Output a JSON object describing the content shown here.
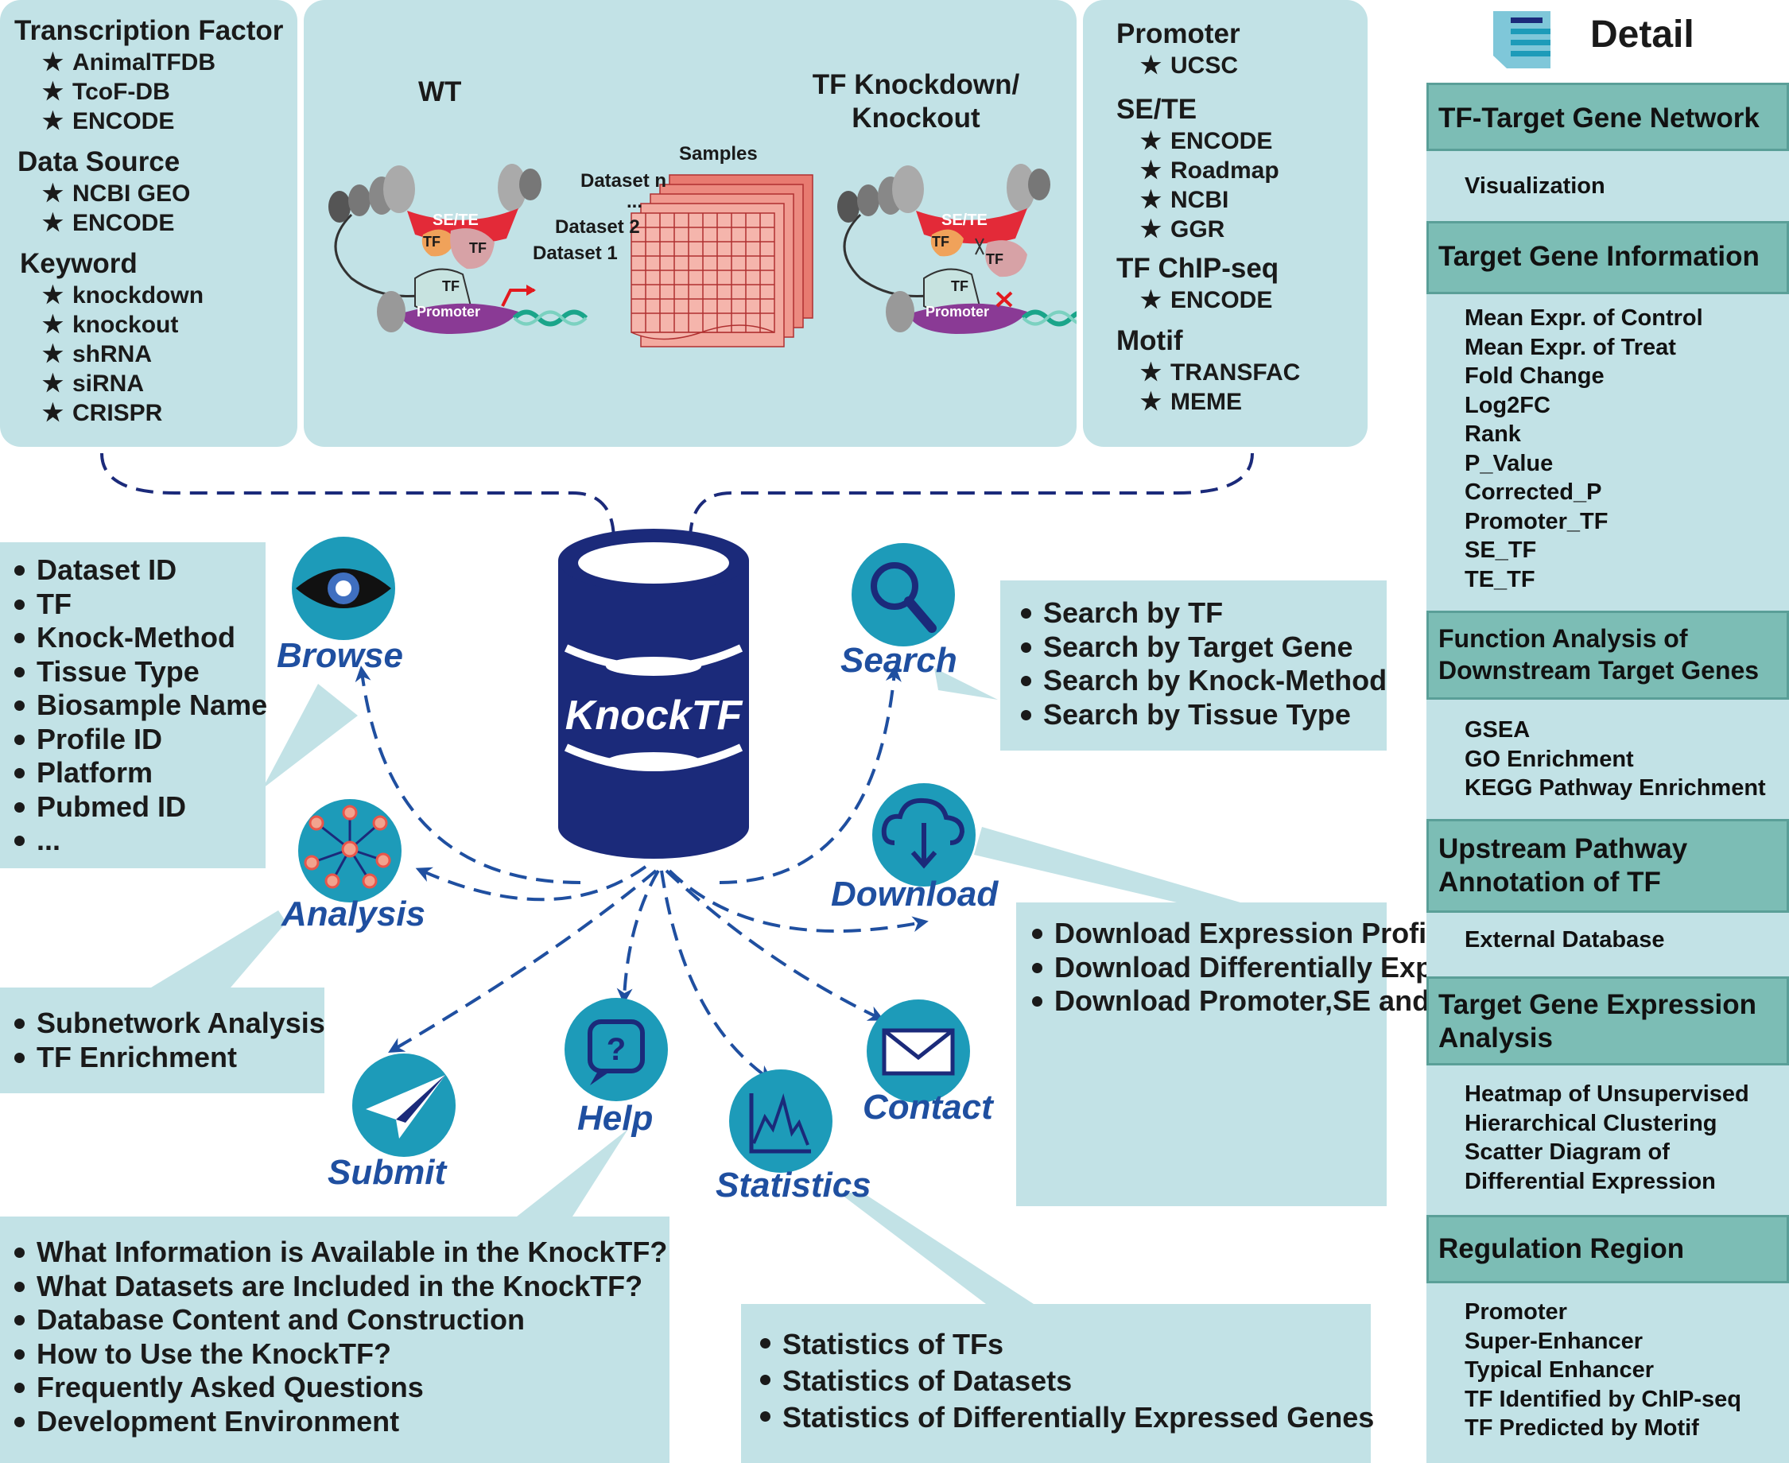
{
  "sources": {
    "tf_title": "Transcription Factor",
    "tf_items": [
      "AnimalTFDB",
      "TcoF-DB",
      "ENCODE"
    ],
    "ds_title": "Data Source",
    "ds_items": [
      "NCBI GEO",
      "ENCODE"
    ],
    "kw_title": "Keyword",
    "kw_items": [
      "knockdown",
      "knockout",
      "shRNA",
      "siRNA",
      "CRISPR"
    ]
  },
  "illustration": {
    "wt": "WT",
    "ko_line1": "TF Knockdown/",
    "ko_line2": "Knockout",
    "samples": "Samples",
    "dataset_n": "Dataset n",
    "ellipsis": "...",
    "dataset_2": "Dataset 2",
    "dataset_1": "Dataset 1",
    "sete": "SE/TE",
    "tf": "TF",
    "promoter": "Promoter"
  },
  "regions": {
    "promoter_title": "Promoter",
    "promoter_items": [
      "UCSC"
    ],
    "sete_title": "SE/TE",
    "sete_items": [
      "ENCODE",
      "Roadmap",
      "NCBI",
      "GGR"
    ],
    "chip_title": "TF ChIP-seq",
    "chip_items": [
      "ENCODE"
    ],
    "motif_title": "Motif",
    "motif_items": [
      "TRANSFAC",
      "MEME"
    ]
  },
  "database": {
    "label": "KnockTF"
  },
  "browse": {
    "label": "Browse",
    "items": [
      "Dataset ID",
      "TF",
      "Knock-Method",
      "Tissue Type",
      "Biosample Name",
      "Profile ID",
      "Platform",
      "Pubmed ID",
      "..."
    ]
  },
  "search": {
    "label": "Search",
    "items": [
      "Search by TF",
      "Search by Target Gene",
      "Search by Knock-Method",
      "Search by Tissue Type"
    ]
  },
  "analysis": {
    "label": "Analysis",
    "items": [
      "Subnetwork Analysis",
      "TF Enrichment"
    ]
  },
  "download": {
    "label": "Download",
    "items": [
      "Download Expression Profile of Each Dataset",
      "Download Differentially Expressed Genes of All Datasets",
      "Download Promoter,SE and TE Information of Each Gene"
    ]
  },
  "submit": {
    "label": "Submit"
  },
  "help": {
    "label": "Help",
    "items": [
      "What Information is Available in the KnockTF?",
      "What Datasets are Included in the KnockTF?",
      "Database Content and Construction",
      "How to Use the KnockTF?",
      "Frequently Asked Questions",
      "Development Environment"
    ]
  },
  "statistics": {
    "label": "Statistics",
    "items": [
      "Statistics of TFs",
      "Statistics of Datasets",
      "Statistics of Differentially Expressed Genes"
    ]
  },
  "contact": {
    "label": "Contact"
  },
  "detail": {
    "title": "Detail",
    "sections": [
      {
        "title": "TF-Target Gene Network",
        "items": [
          "Visualization"
        ]
      },
      {
        "title": "Target Gene Information",
        "items": [
          "Mean Expr. of Control",
          "Mean Expr. of Treat",
          "Fold Change",
          "Log2FC",
          "Rank",
          "P_Value",
          "Corrected_P",
          "Promoter_TF",
          "SE_TF",
          "TE_TF"
        ]
      },
      {
        "title": "Function Analysis of Downstream Target Genes",
        "items": [
          "GSEA",
          "GO Enrichment",
          "KEGG Pathway Enrichment"
        ]
      },
      {
        "title": "Upstream Pathway Annotation of TF",
        "items": [
          "External Database"
        ]
      },
      {
        "title": "Target Gene Expression Analysis",
        "items": [
          "Heatmap of Unsupervised Hierarchical Clustering",
          "Scatter Diagram of Differential Expression"
        ]
      },
      {
        "title": "Regulation Region",
        "items": [
          "Promoter",
          "Super-Enhancer",
          "Typical Enhancer",
          "TF Identified by ChIP-seq",
          "TF Predicted by Motif"
        ]
      }
    ]
  },
  "colors": {
    "box": "#c2e2e6",
    "navy": "#1b2a7a",
    "accent_blue": "#1f4fa0",
    "icon_teal": "#1d9bb9",
    "detail_header": "#7cbdb5"
  }
}
